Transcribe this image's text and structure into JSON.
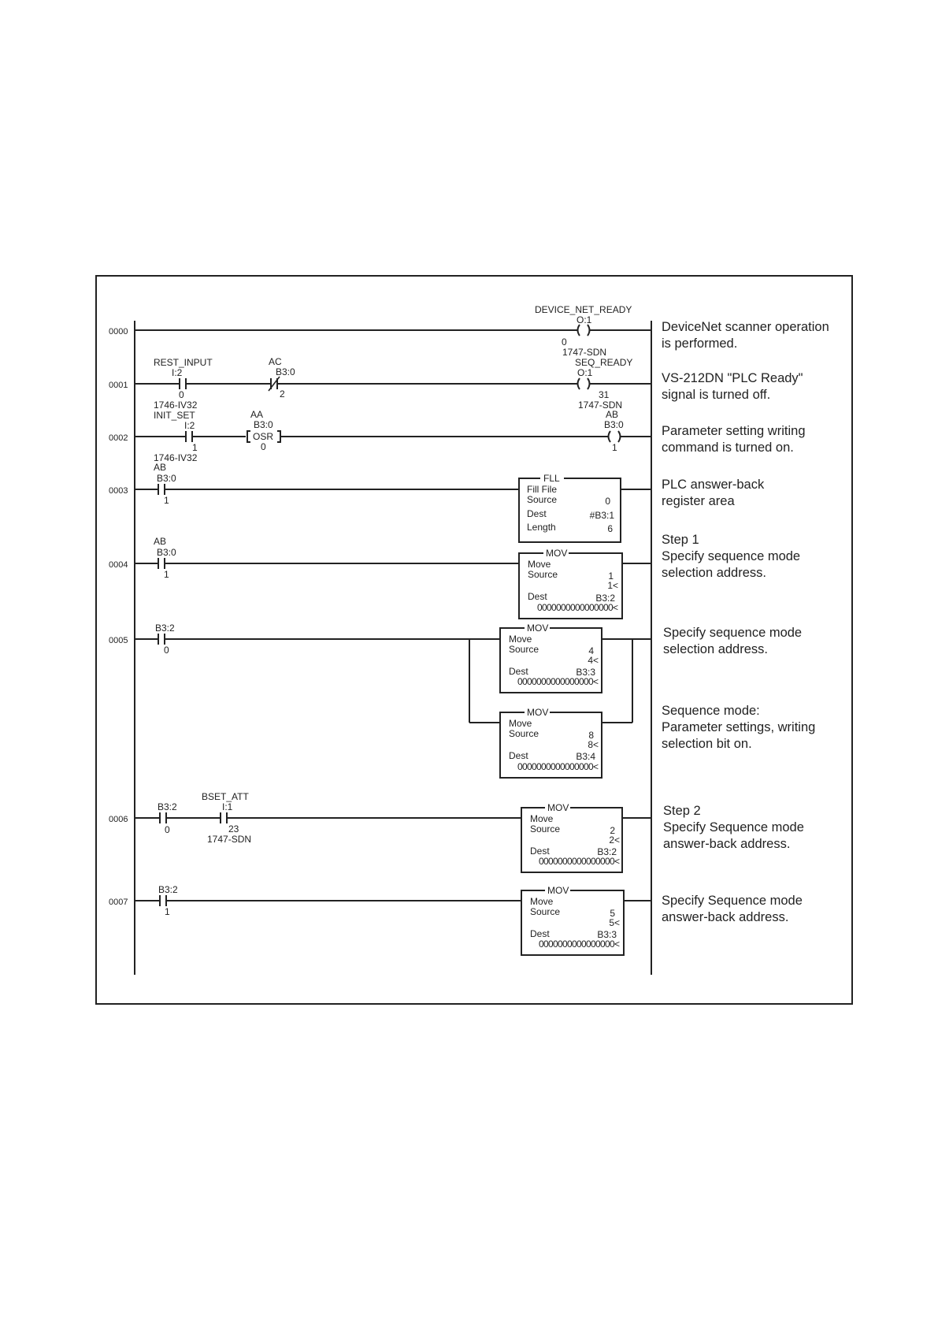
{
  "rungs": [
    {
      "number": "0000",
      "contacts": [],
      "output": {
        "kind": "coil",
        "tag": "DEVICE_NET_READY",
        "address": "O:1",
        "bit": "0",
        "module": "1747-SDN"
      },
      "comment": [
        "DeviceNet scanner operation",
        "is performed."
      ]
    },
    {
      "number": "0001",
      "contacts": [
        {
          "kind": "XIC",
          "tag": "REST_INPUT",
          "address": "I:2",
          "bit": "0",
          "module": "1746-IV32"
        },
        {
          "kind": "XIO",
          "tag": "AC",
          "address": "B3:0",
          "bit": "2",
          "module": ""
        }
      ],
      "output": {
        "kind": "coil",
        "tag": "SEQ_READY",
        "address": "O:1",
        "bit": "31",
        "module": "1747-SDN"
      },
      "comment": [
        "VS-212DN \"PLC Ready\"",
        "signal is turned off."
      ]
    },
    {
      "number": "0002",
      "contacts": [
        {
          "kind": "XIC",
          "tag": "INIT_SET",
          "address": "I:2",
          "bit": "1",
          "module": "1746-IV32"
        },
        {
          "kind": "OSR",
          "tag": "AA",
          "address": "B3:0",
          "label": "OSR",
          "bit": "0",
          "module": ""
        }
      ],
      "output": {
        "kind": "coil",
        "tag": "AB",
        "address": "B3:0",
        "bit": "1",
        "module": ""
      },
      "comment": [
        "Parameter setting writing",
        "command is turned on."
      ]
    },
    {
      "number": "0003",
      "contacts": [
        {
          "kind": "XIC",
          "tag": "AB",
          "address": "B3:0",
          "bit": "1",
          "module": ""
        }
      ],
      "block": {
        "title": "FLL",
        "lines": [
          "Fill File"
        ],
        "rows": [
          {
            "label": "Source",
            "value": "0"
          },
          {
            "label": "Dest",
            "value": "#B3:1"
          },
          {
            "label": "Length",
            "value": "6"
          }
        ]
      },
      "comment": [
        "PLC answer-back",
        "register area"
      ]
    },
    {
      "number": "0004",
      "contacts": [
        {
          "kind": "XIC",
          "tag": "AB",
          "address": "B3:0",
          "bit": "1",
          "module": ""
        }
      ],
      "block": {
        "title": "MOV",
        "move": "Move",
        "source_label": "Source",
        "source": "1",
        "source_live": "1<",
        "dest_label": "Dest",
        "dest": "B3:2",
        "dest_bits": "0000000000000000<"
      },
      "comment": [
        "Step 1",
        "Specify sequence mode",
        "selection address."
      ]
    },
    {
      "number": "0005",
      "contacts": [
        {
          "kind": "XIC",
          "tag": "",
          "address": "B3:2",
          "bit": "0",
          "module": ""
        }
      ],
      "blocks": [
        {
          "title": "MOV",
          "move": "Move",
          "source_label": "Source",
          "source": "4",
          "source_live": "4<",
          "dest_label": "Dest",
          "dest": "B3:3",
          "dest_bits": "0000000000000000<"
        },
        {
          "title": "MOV",
          "move": "Move",
          "source_label": "Source",
          "source": "8",
          "source_live": "8<",
          "dest_label": "Dest",
          "dest": "B3:4",
          "dest_bits": "0000000000000000<"
        }
      ],
      "comment": [
        "Specify sequence mode",
        "selection address."
      ],
      "comment2": [
        "Sequence mode:",
        "Parameter settings, writing",
        "selection bit on."
      ]
    },
    {
      "number": "0006",
      "contacts": [
        {
          "kind": "XIC",
          "tag": "",
          "address": "B3:2",
          "bit": "0",
          "module": ""
        },
        {
          "kind": "XIC",
          "tag": "BSET_ATT",
          "address": "I:1",
          "bit": "23",
          "module": "1747-SDN"
        }
      ],
      "block": {
        "title": "MOV",
        "move": "Move",
        "source_label": "Source",
        "source": "2",
        "source_live": "2<",
        "dest_label": "Dest",
        "dest": "B3:2",
        "dest_bits": "0000000000000000<"
      },
      "comment": [
        "Step 2",
        "Specify Sequence mode",
        "answer-back address."
      ]
    },
    {
      "number": "0007",
      "contacts": [
        {
          "kind": "XIC",
          "tag": "",
          "address": "B3:2",
          "bit": "1",
          "module": ""
        }
      ],
      "block": {
        "title": "MOV",
        "move": "Move",
        "source_label": "Source",
        "source": "5",
        "source_live": "5<",
        "dest_label": "Dest",
        "dest": "B3:3",
        "dest_bits": "0000000000000000<"
      },
      "comment": [
        "Specify Sequence mode",
        "answer-back address."
      ]
    }
  ]
}
